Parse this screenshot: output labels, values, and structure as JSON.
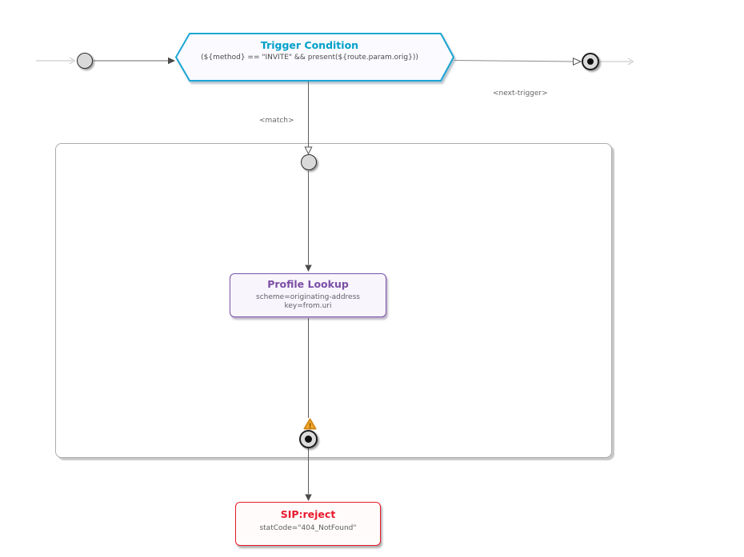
{
  "diagram": {
    "trigger": {
      "title": "Trigger Condition",
      "condition": "(${method} == \"INVITE\" && present(${route.param.orig}))"
    },
    "labels": {
      "match": "<match>",
      "next_trigger": "<next-trigger>"
    },
    "profile_lookup": {
      "title": "Profile Lookup",
      "params": [
        "scheme=originating-address",
        "key=from.uri"
      ]
    },
    "sip_reject": {
      "title": "SIP:reject",
      "param": "statCode=\"404_NotFound\""
    },
    "warning_icon": {
      "glyph": "!"
    },
    "colors": {
      "trigger_accent": "#00a0c9",
      "trigger_border": "#1ba6d3",
      "profile_accent": "#7b4fa6",
      "profile_border": "#7b52a8",
      "reject_accent": "#e8192c",
      "warning_fill": "#f9a825",
      "node_fill": "#d9d9d9",
      "edge_dark": "#666666",
      "edge_light": "#c2c2c2",
      "label_text": "#666666"
    }
  }
}
